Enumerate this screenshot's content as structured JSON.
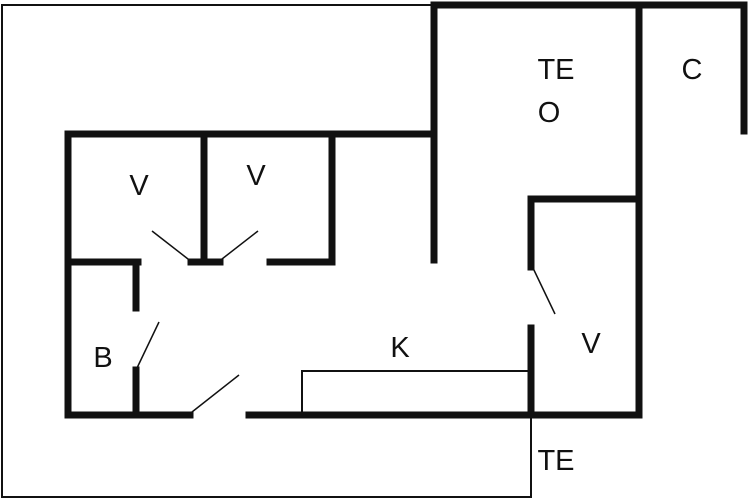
{
  "floor_plan": {
    "rooms": [
      {
        "id": "terrace-top",
        "label_line1": "TE",
        "label_line2": "O"
      },
      {
        "id": "c",
        "label": "C"
      },
      {
        "id": "bedroom-1",
        "label": "V"
      },
      {
        "id": "bedroom-2",
        "label": "V"
      },
      {
        "id": "bathroom",
        "label": "B"
      },
      {
        "id": "kitchen",
        "label": "K"
      },
      {
        "id": "bedroom-3",
        "label": "V"
      },
      {
        "id": "terrace-bottom",
        "label": "TE"
      }
    ],
    "colors": {
      "wall": "#111111",
      "background": "#ffffff"
    }
  }
}
